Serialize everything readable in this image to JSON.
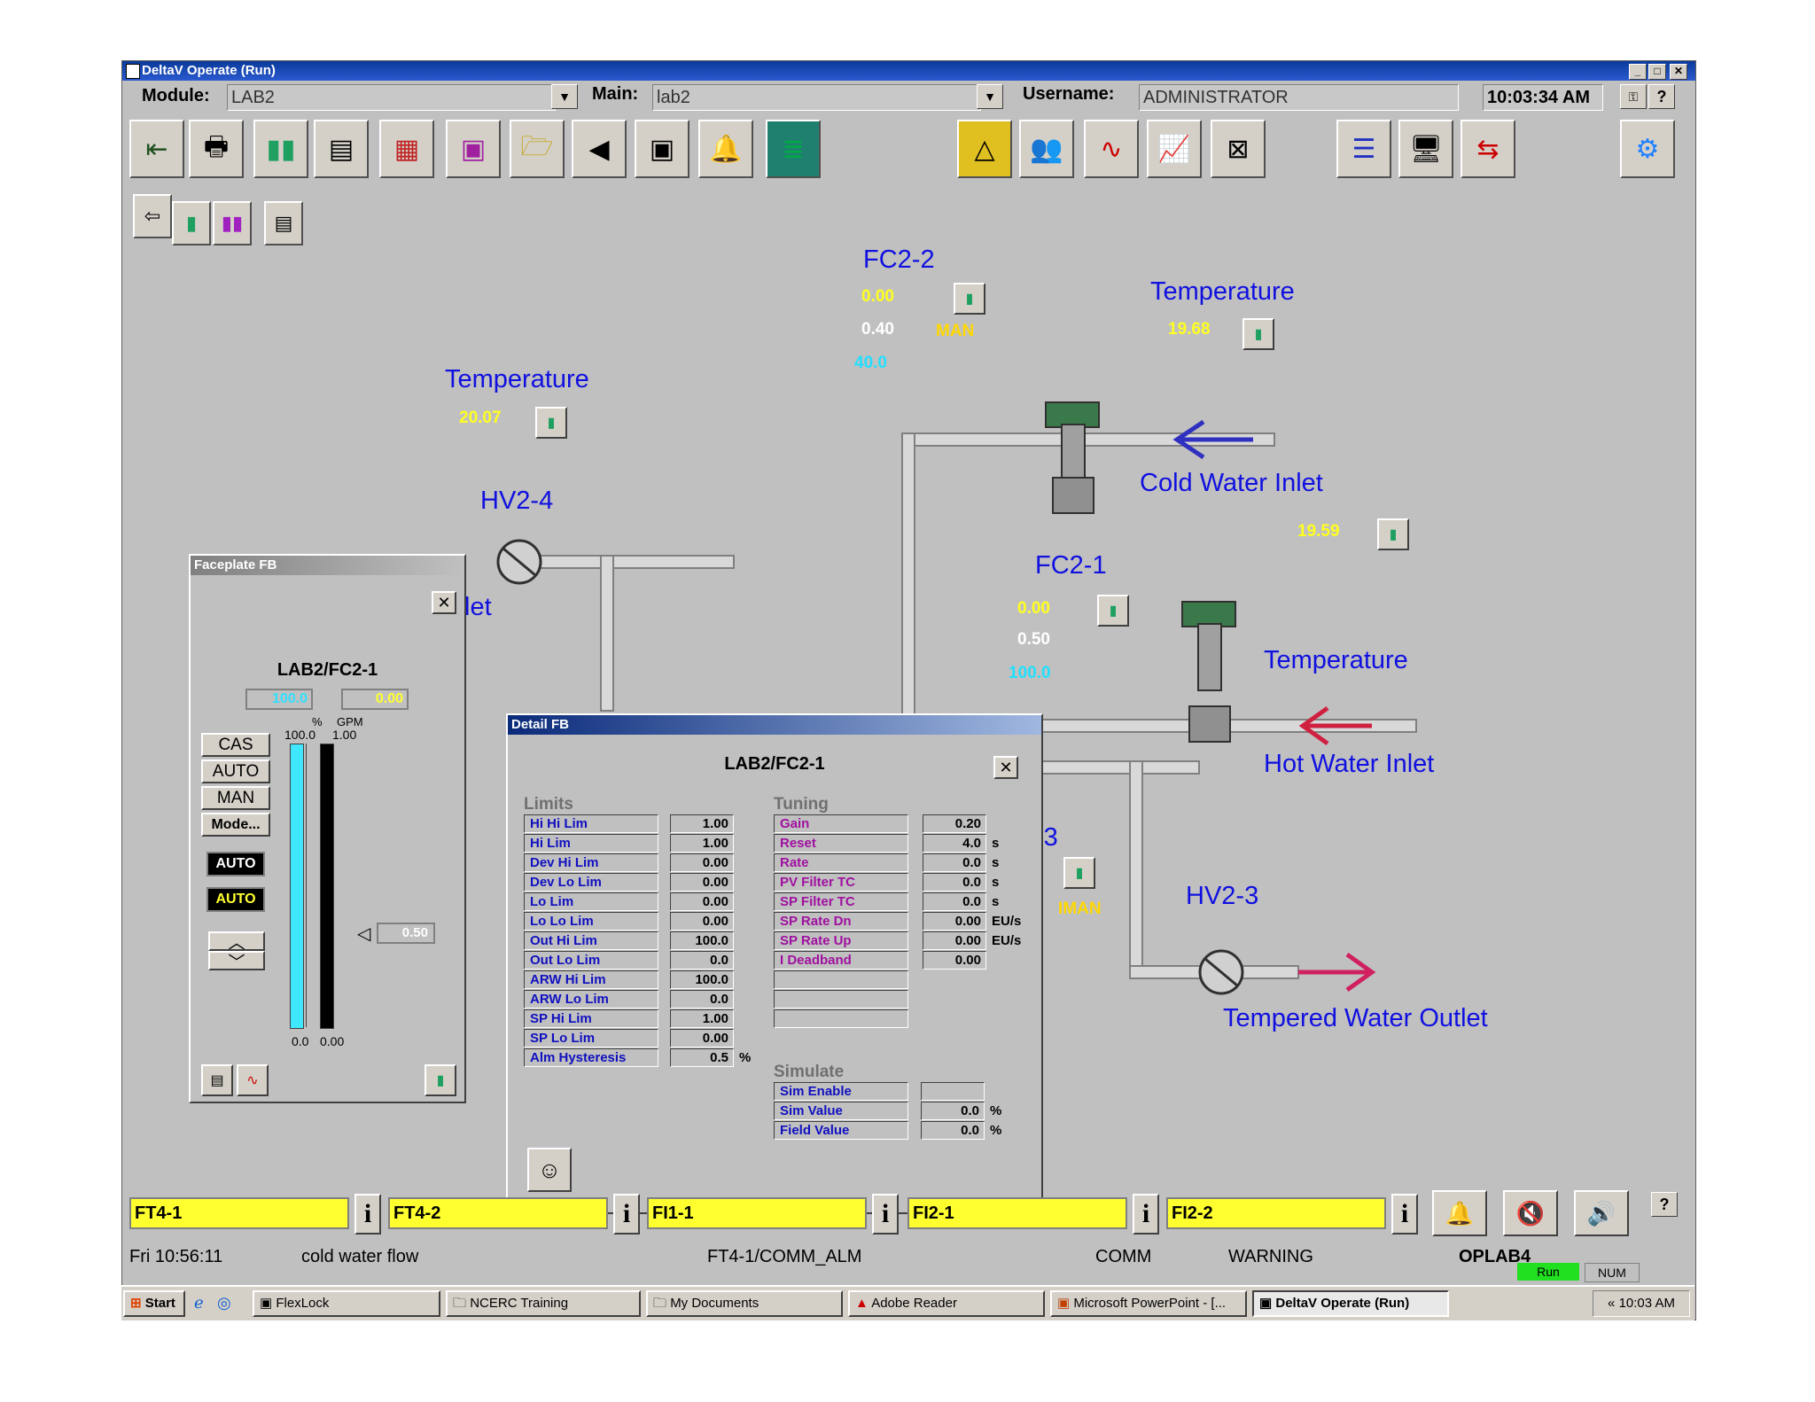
{
  "window": {
    "title": "DeltaV Operate (Run)",
    "controls": [
      "_",
      "□",
      "✕"
    ]
  },
  "header": {
    "module_label": "Module:",
    "module_value": "LAB2",
    "main_label": "Main:",
    "main_value": "lab2",
    "username_label": "Username:",
    "username_value": "ADMINISTRATOR",
    "time": "10:03:34 AM",
    "help": "?"
  },
  "process": {
    "fc22": {
      "tag": "FC2-2",
      "v1": "0.00",
      "v2": "0.40",
      "v3": "40.0",
      "mode": "MAN"
    },
    "temp_top_right": {
      "label": "Temperature",
      "value": "19.68"
    },
    "temp_left": {
      "label": "Temperature",
      "value": "20.07"
    },
    "hv24": {
      "tag": "HV2-4"
    },
    "cold_inlet": "Cold Water Inlet",
    "value_1959": "19.59",
    "fc21": {
      "tag": "FC2-1",
      "v1": "0.00",
      "v2": "0.50",
      "v3": "100.0"
    },
    "temp_mid_right": {
      "label": "Temperature"
    },
    "hot_inlet": "Hot Water Inlet",
    "partial_tag": "-3",
    "partial_mode": "IMAN",
    "hv23": {
      "tag": "HV2-3"
    },
    "tempered_outlet": "Tempered Water Outlet",
    "partial_let": "let"
  },
  "faceplate": {
    "title": "Faceplate FB",
    "tag": "LAB2/FC2-1",
    "pv": "100.0",
    "out": "0.00",
    "unit_pct": "%",
    "unit_gpm": "GPM",
    "scale_top_left": "100.0",
    "scale_top_right": "1.00",
    "scale_bot_left": "0.0",
    "scale_bot_right": "0.00",
    "buttons": [
      "CAS",
      "AUTO",
      "MAN",
      "Mode..."
    ],
    "mode_actual": "AUTO",
    "mode_target": "AUTO",
    "sp_value": "0.50"
  },
  "detail": {
    "title": "Detail FB",
    "tag": "LAB2/FC2-1",
    "limits_header": "Limits",
    "limits": [
      {
        "name": "Hi Hi Lim",
        "value": "1.00"
      },
      {
        "name": "Hi Lim",
        "value": "1.00"
      },
      {
        "name": "Dev Hi Lim",
        "value": "0.00"
      },
      {
        "name": "Dev Lo Lim",
        "value": "0.00"
      },
      {
        "name": "Lo Lim",
        "value": "0.00"
      },
      {
        "name": "Lo Lo Lim",
        "value": "0.00"
      },
      {
        "name": "Out Hi Lim",
        "value": "100.0"
      },
      {
        "name": "Out Lo Lim",
        "value": "0.0"
      },
      {
        "name": "ARW Hi Lim",
        "value": "100.0"
      },
      {
        "name": "ARW Lo Lim",
        "value": "0.0"
      },
      {
        "name": "SP Hi Lim",
        "value": "1.00"
      },
      {
        "name": "SP Lo Lim",
        "value": "0.00"
      },
      {
        "name": "Alm Hysteresis",
        "value": "0.5",
        "unit": "%"
      }
    ],
    "tuning_header": "Tuning",
    "tuning": [
      {
        "name": "Gain",
        "value": "0.20",
        "unit": ""
      },
      {
        "name": "Reset",
        "value": "4.0",
        "unit": "s"
      },
      {
        "name": "Rate",
        "value": "0.0",
        "unit": "s"
      },
      {
        "name": "PV Filter TC",
        "value": "0.0",
        "unit": "s"
      },
      {
        "name": "SP Filter TC",
        "value": "0.0",
        "unit": "s"
      },
      {
        "name": "SP Rate Dn",
        "value": "0.00",
        "unit": "EU/s"
      },
      {
        "name": "SP Rate Up",
        "value": "0.00",
        "unit": "EU/s"
      },
      {
        "name": "I Deadband",
        "value": "0.00",
        "unit": ""
      }
    ],
    "simulate_header": "Simulate",
    "simulate": [
      {
        "name": "Sim Enable",
        "value": "",
        "unit": ""
      },
      {
        "name": "Sim Value",
        "value": "0.0",
        "unit": "%"
      },
      {
        "name": "Field Value",
        "value": "0.0",
        "unit": "%"
      }
    ]
  },
  "alarms": [
    "FT4-1",
    "FT4-2",
    "FI1-1",
    "FI2-1",
    "FI2-2"
  ],
  "status": {
    "date": "Fri 10:56:11",
    "desc": "cold water flow",
    "alm": "FT4-1/COMM_ALM",
    "comm": "COMM",
    "warning": "WARNING",
    "station": "OPLAB4",
    "run": "Run",
    "num": "NUM",
    "help": "?"
  },
  "taskbar": {
    "start": "Start",
    "items": [
      "FlexLock",
      "NCERC Training",
      "My Documents",
      "Adobe Reader",
      "Microsoft PowerPoint - [...",
      "DeltaV Operate (Run)"
    ],
    "clock": "10:03 AM",
    "chev": "«"
  },
  "colors": {
    "panel": "#c0c0c0",
    "alarm_yellow": "#ffff30",
    "blue_text": "#1010e0",
    "title_blue": "#0a3a9a"
  }
}
